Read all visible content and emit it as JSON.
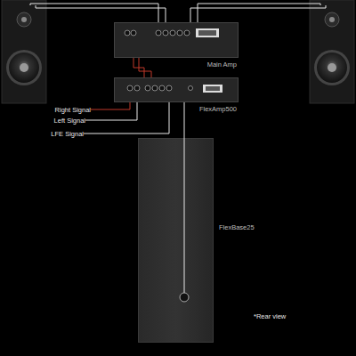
{
  "diagram": {
    "nodes": [
      {
        "text": [
          "Main Amp"
        ]
      },
      {
        "text": [
          "FlexAmp500"
        ]
      },
      {
        "text": [
          "FlexBase25"
        ]
      }
    ],
    "edges": [
      {
        "from": 0,
        "to": 1,
        "arrow": "none"
      },
      {
        "from": 0,
        "to": 1,
        "arrow": "none"
      },
      {
        "from": 1,
        "to": 2,
        "arrow": "none"
      }
    ],
    "labels": [
      "Right Signal",
      "Left Signal",
      "LFE Signal",
      "*Rear view"
    ]
  }
}
